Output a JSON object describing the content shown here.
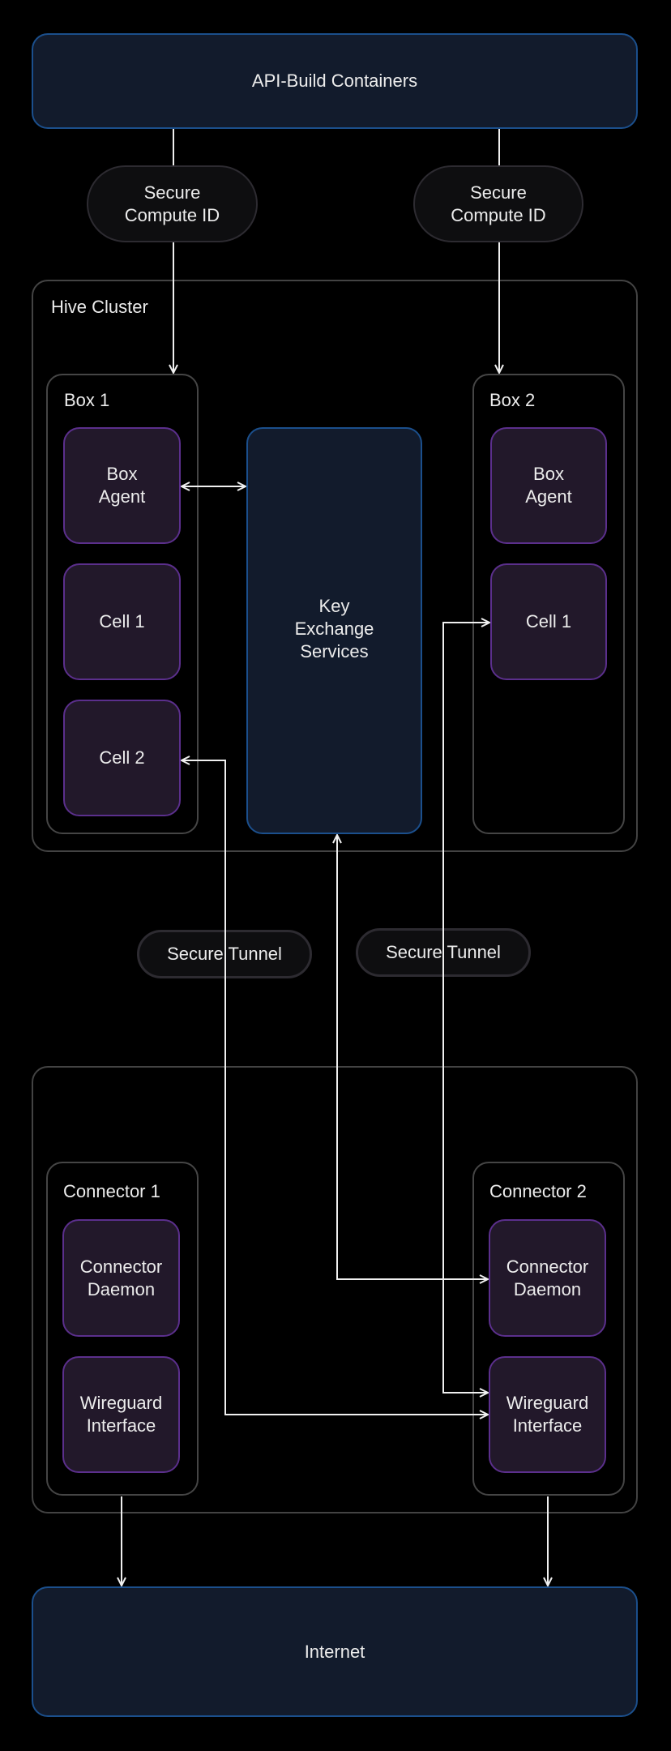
{
  "diagram": {
    "top": {
      "label": "API-Build Containers"
    },
    "secure_compute": [
      {
        "label": "Secure\nCompute ID"
      },
      {
        "label": "Secure\nCompute ID"
      }
    ],
    "hive_cluster": {
      "title": "Hive Cluster",
      "box1": {
        "title": "Box 1",
        "items": [
          "Box\nAgent",
          "Cell 1",
          "Cell 2"
        ]
      },
      "box2": {
        "title": "Box 2",
        "items": [
          "Box\nAgent",
          "Cell 1"
        ]
      },
      "key_exchange": {
        "label": "Key\nExchange\nServices"
      }
    },
    "tunnels": [
      {
        "label": "Secure Tunnel"
      },
      {
        "label": "Secure Tunnel"
      }
    ],
    "connectors": {
      "connector1": {
        "title": "Connector 1",
        "items": [
          "Connector\nDaemon",
          "Wireguard\nInterface"
        ]
      },
      "connector2": {
        "title": "Connector 2",
        "items": [
          "Connector\nDaemon",
          "Wireguard\nInterface"
        ]
      }
    },
    "bottom": {
      "label": "Internet"
    },
    "colors": {
      "background": "#000000",
      "blue_fill": "#121b2c",
      "blue_border": "#1b4f8c",
      "cell_fill": "#22182a",
      "cell_border": "#5b2f8c",
      "group_border": "#434343",
      "wire": "#f0f0f0"
    }
  }
}
